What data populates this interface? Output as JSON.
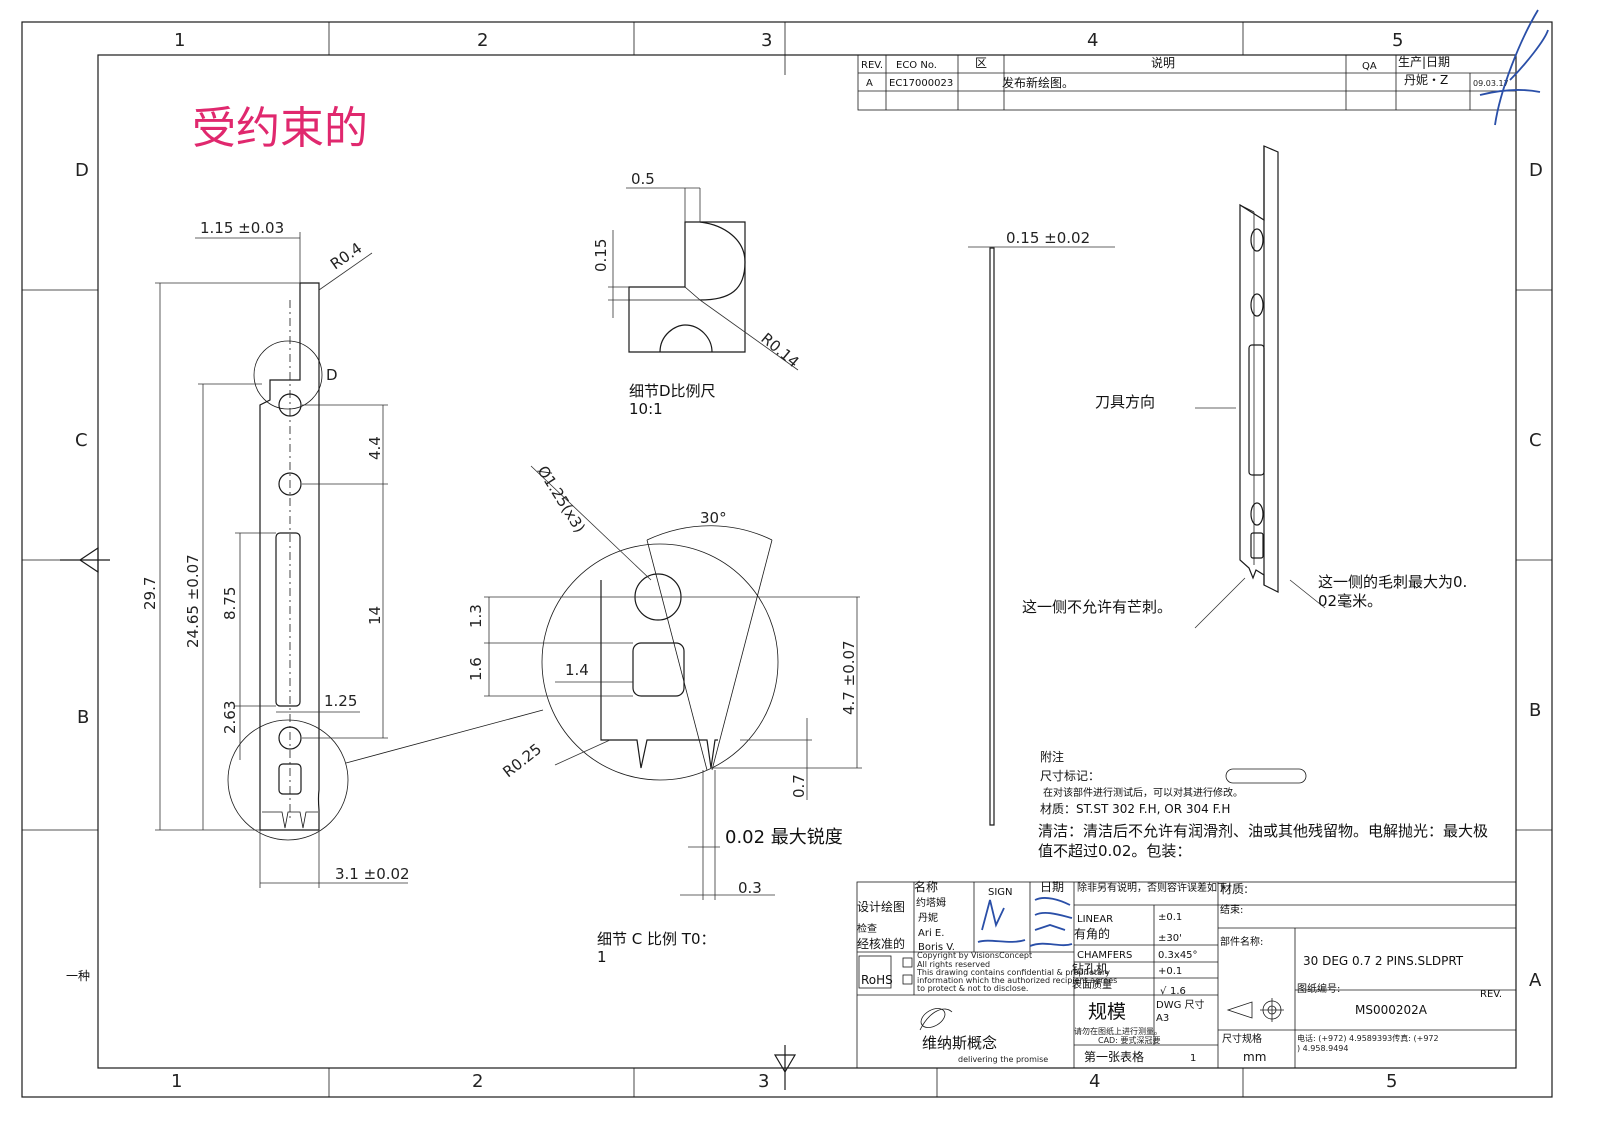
{
  "stamp": "受约束的",
  "zones": {
    "columns": [
      "1",
      "2",
      "3",
      "4",
      "5"
    ],
    "rows": [
      "D",
      "C",
      "B",
      "A"
    ],
    "side_mark": "一种"
  },
  "revision_table": {
    "headers": {
      "rev": "REV.",
      "eco": "ECO No.",
      "zone": "区",
      "description": "说明",
      "qa": "QA",
      "prod_date": "生产|日期"
    },
    "row": {
      "rev": "A",
      "eco": "EC17000023",
      "description": "发布新绘图。",
      "production": "丹妮・Z",
      "date": "09.03.17"
    }
  },
  "main_view_dims": {
    "top_width": "1.15 ±0.03",
    "corner_radius": "R0.4",
    "detail_label": "D",
    "overall_length": "29.7",
    "length_2": "24.65 ±0.07",
    "slot_length": "8.75",
    "offset_bottom": "2.63",
    "hole_pitch": "4.4",
    "hole_span": "14",
    "slot_width": "1.25",
    "bottom_width": "3.1 ±0.02"
  },
  "detail_d": {
    "dim_width": "0.5",
    "dim_height": "0.15",
    "radius": "R0.14",
    "title": "细节D比例尺",
    "scale": "10:1"
  },
  "detail_c": {
    "hole_callout": "Ø1.25(x3)",
    "angle": "30°",
    "dim_13": "1.3",
    "dim_16": "1.6",
    "dim_14": "1.4",
    "radius": "R0.25",
    "height": "4.7 ±0.07",
    "dim_07": "0.7",
    "sharpness": "0.02 最大锐度",
    "dim_03": "0.3",
    "title": "细节 C 比例 T0：",
    "scale": "1"
  },
  "side_view": {
    "thickness": "0.15 ±0.02"
  },
  "iso_view": {
    "cutter_direction": "刀具方向",
    "burr_right": "这一侧的毛刺最大为0.",
    "burr_right_2": "02毫米。",
    "burr_left": "这一侧不允许有芒刺。"
  },
  "notes": {
    "header": "附注",
    "dimension_mark": "尺寸标记：",
    "dimension_mark_sub": "在对该部件进行测试后，可以对其进行修改。",
    "material": "材质：ST.ST 302 F.H, OR 304 F.H",
    "cleaning": "清洁：清洁后不允许有润滑剂、油或其他残留物。电解抛光：最大极",
    "cleaning_2": "值不超过0.02。包装："
  },
  "title_block": {
    "name_header": "名称",
    "sign_header": "SIGN",
    "date_header": "日期",
    "design_label": "设计绘图",
    "check_label": "检查",
    "approve_label": "经核准的",
    "name_1": "约塔姆",
    "name_2": "丹妮",
    "name_3": "Ari E.",
    "name_4": "Boris V.",
    "rohs": "RoHS",
    "copyright_1": "Copyright by VisionsConcept",
    "copyright_2": "All rights reserved",
    "copyright_3": "This drawing contains confidential & proprietary",
    "copyright_4": "information which the authorized recipient agrees",
    "copyright_5": "to protect & not to disclose.",
    "tolerance_header": "除非另有说明，否则容许误差如下：",
    "linear_label": "LINEAR",
    "linear_value": "±0.1",
    "angle_label": "有角的",
    "angle_value": "±30'",
    "chamfers_label": "CHAMFERS",
    "chamfers_value": "0.3x45°",
    "drill_label": "钻孔机",
    "drill_value": "+0.1",
    "surface_label": "表面质量",
    "surface_value": "1.6",
    "scale_label": "规模",
    "dwg_size_label": "DWG 尺寸",
    "dwg_size_value": "A3",
    "measure_note": "请勿在图纸上进行测量。",
    "cad_note": "CAD: 要式深冠要",
    "first_sheet": "第一张表格",
    "sheet_no": "1",
    "material_label": "材质:",
    "finish_label": "结束:",
    "part_name_label": "部件名称:",
    "part_name": "30 DEG 0.7 2 PINS.SLDPRT",
    "dwg_no_label": "图纸编号:",
    "rev_label": "REV.",
    "dwg_no": "MS000202A",
    "size_spec_label": "尺寸规格",
    "unit": "mm",
    "company": "维纳斯概念",
    "tagline": "delivering the promise",
    "phone": "电话: (+972) 4.9589393传真: (+972",
    "phone_2": ") 4.958.9494"
  }
}
